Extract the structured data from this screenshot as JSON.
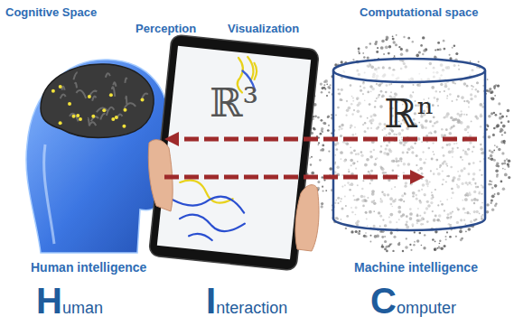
{
  "diagram": {
    "nodes": [
      {
        "text": [
          "ℝ³"
        ]
      },
      {
        "text": [
          "ℝⁿ"
        ]
      }
    ],
    "labels": [
      "Cognitive Space",
      "Perception",
      "Visualization",
      "Computational space",
      "Human intelligence",
      "Machine intelligence",
      "Human",
      "Interaction",
      "Computer"
    ]
  }
}
